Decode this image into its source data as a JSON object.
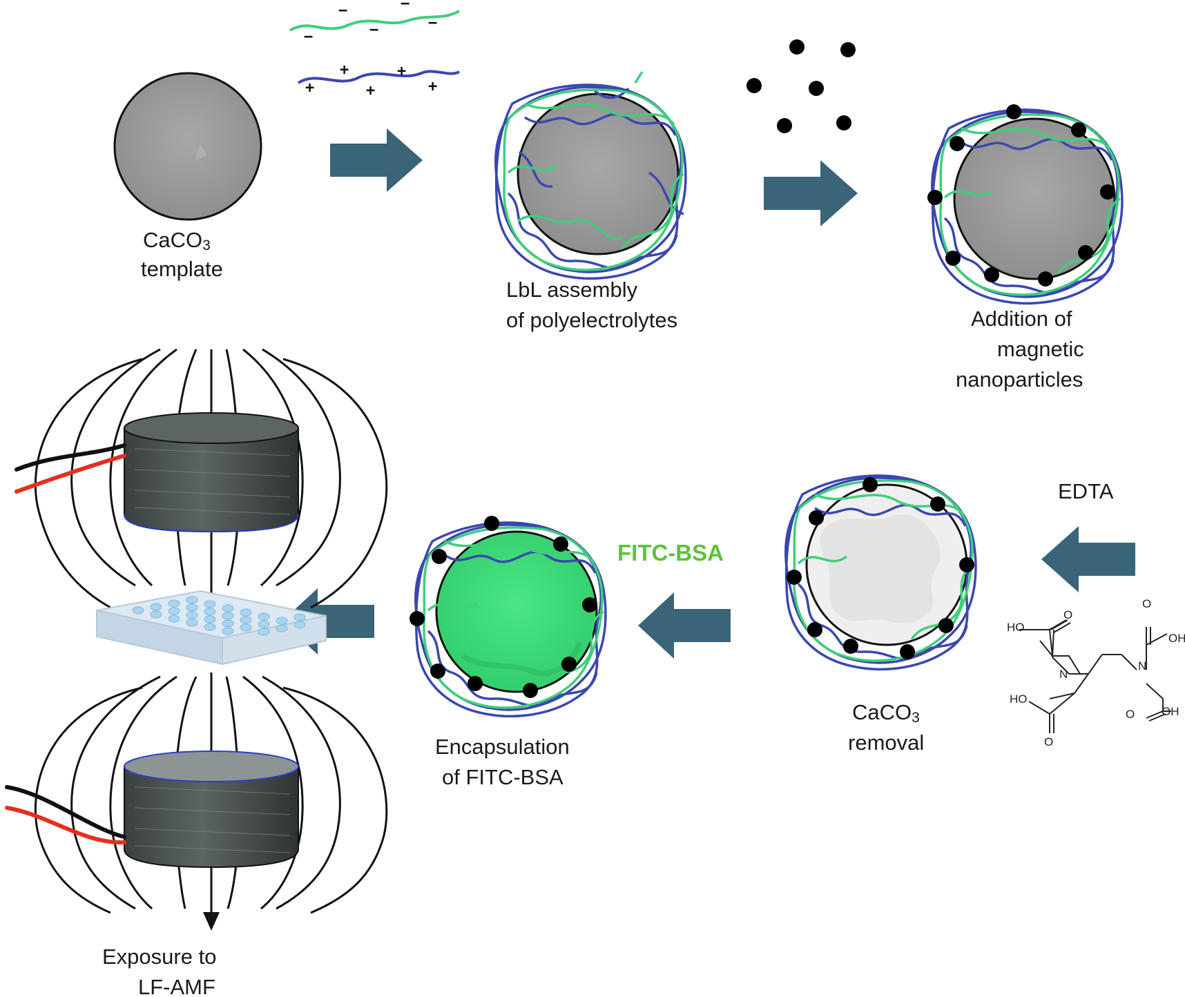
{
  "labels": {
    "template_line1": "CaCO",
    "template_sub": "3",
    "template_line2": "template",
    "lbl_line1": "LbL assembly",
    "lbl_line2": "of polyelectrolytes",
    "np_line1": "Addition of",
    "np_line2": "magnetic",
    "np_line3": "nanoparticles",
    "edta": "EDTA",
    "removal_line1": "CaCO",
    "removal_sub": "3",
    "removal_line2": "removal",
    "fitc_reagent": "FITC-BSA",
    "encaps_line1": "Encapsulation",
    "encaps_line2": "of FITC-BSA",
    "exposure_line1": "Exposure to",
    "exposure_line2": "LF-AMF"
  },
  "edta_structure": {
    "ho_tl": "HO",
    "o_tl": "O",
    "o_tr": "O",
    "oh_tr": "OH",
    "n_left": "N",
    "n_right": "N",
    "ho_bl": "HO",
    "o_bl": "O",
    "o_br": "O",
    "oh_br": "OH"
  },
  "signs": {
    "minus": "−",
    "plus": "+"
  },
  "colors": {
    "arrow": "#3a6478",
    "green_chain": "#3ecf7a",
    "blue_chain": "#3b47b0",
    "fitc_text": "#5cc43a",
    "core_gray": "#9a9a9a",
    "core_green": "#3fdc78",
    "core_white": "#efefef",
    "nanoparticle": "#000000",
    "coil": "#444a4a",
    "wire_red": "#e5301e",
    "wire_black": "#111111"
  },
  "icons": {
    "arrow": "block-arrow-icon",
    "plate": "well-plate-icon",
    "coil": "coil-magnet-icon"
  }
}
